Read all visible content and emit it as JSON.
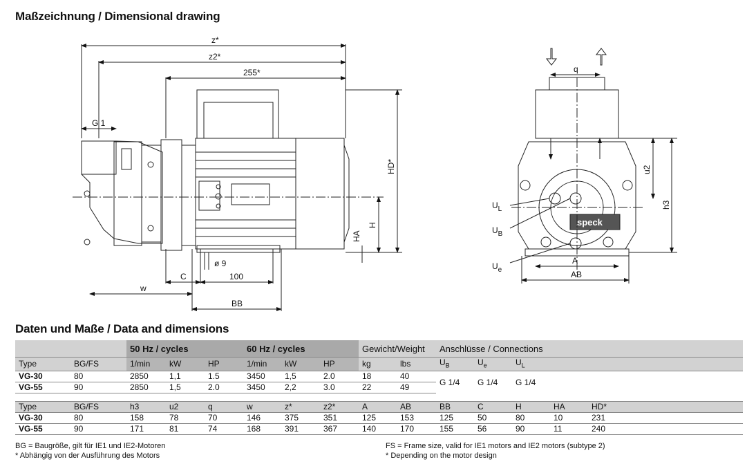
{
  "titles": {
    "drawing": "Maßzeichnung / Dimensional drawing",
    "data": "Daten und Maße / Data and dimensions"
  },
  "drawing_labels": {
    "z": "z*",
    "z2": "z2*",
    "d255": "255*",
    "g1": "G 1",
    "hd": "HD*",
    "ha": "HA",
    "h": "H",
    "d9": "ø 9",
    "c": "C",
    "d100": "100",
    "w": "w",
    "bb": "BB",
    "q": "q",
    "u2": "u2",
    "h3": "h3",
    "a": "A",
    "ab": "AB",
    "ul": "U",
    "ul_sub": "L",
    "ub": "U",
    "ub_sub": "B",
    "ue": "U",
    "ue_sub": "e",
    "brand": "speck"
  },
  "table1": {
    "groups": {
      "hz50": "50 Hz / cycles",
      "hz60": "60 Hz / cycles",
      "weight": "Gewicht/Weight",
      "connections": "Anschlüsse / Connections"
    },
    "headers": [
      "Type",
      "BG/FS",
      "1/min",
      "kW",
      "HP",
      "1/min",
      "kW",
      "HP",
      "kg",
      "lbs"
    ],
    "conn_headers": [
      {
        "base": "U",
        "sub": "B"
      },
      {
        "base": "U",
        "sub": "e"
      },
      {
        "base": "U",
        "sub": "L"
      }
    ],
    "rows": [
      [
        "VG-30",
        "80",
        "2850",
        "1,1",
        "1.5",
        "3450",
        "1,5",
        "2.0",
        "18",
        "40"
      ],
      [
        "VG-55",
        "90",
        "2850",
        "1,5",
        "2.0",
        "3450",
        "2,2",
        "3.0",
        "22",
        "49"
      ]
    ],
    "connections": [
      "G 1/4",
      "G 1/4",
      "G 1/4"
    ]
  },
  "table2": {
    "headers": [
      "Type",
      "BG/FS",
      "h3",
      "u2",
      "q",
      "w",
      "z*",
      "z2*",
      "A",
      "AB",
      "BB",
      "C",
      "H",
      "HA",
      "HD*"
    ],
    "rows": [
      [
        "VG-30",
        "80",
        "158",
        "78",
        "70",
        "146",
        "375",
        "351",
        "125",
        "153",
        "125",
        "50",
        "80",
        "10",
        "231"
      ],
      [
        "VG-55",
        "90",
        "171",
        "81",
        "74",
        "168",
        "391",
        "367",
        "140",
        "170",
        "155",
        "56",
        "90",
        "11",
        "240"
      ]
    ]
  },
  "footnotes": {
    "bg": "BG = Baugröße, gilt für IE1 und IE2-Motoren",
    "fs": "FS = Frame size, valid for IE1 motors and IE2 motors (subtype 2)",
    "star_de": "* Abhängig von der Ausführung des Motors",
    "star_en": "* Depending on the motor design"
  }
}
